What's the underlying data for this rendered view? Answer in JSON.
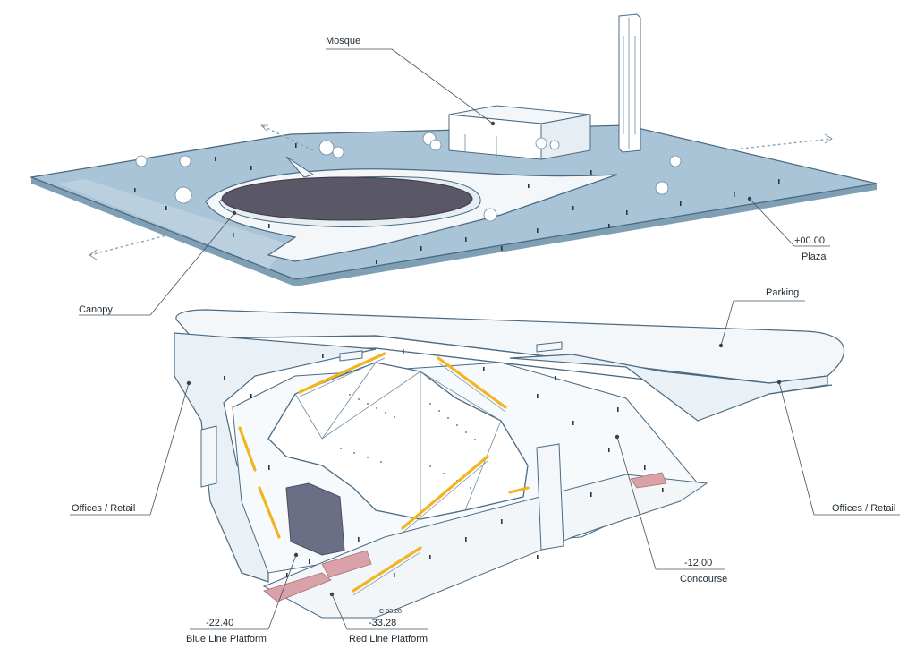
{
  "labels": {
    "mosque": "Mosque",
    "plaza_level": "+00.00",
    "plaza": "Plaza",
    "canopy": "Canopy",
    "parking": "Parking",
    "offices_retail_left": "Offices / Retail",
    "offices_retail_right": "Offices / Retail",
    "concourse_level": "-12.00",
    "concourse": "Concourse",
    "blue_line_level": "-22.40",
    "blue_line": "Blue Line Platform",
    "red_line_level": "-33.28",
    "red_line": "Red Line Platform",
    "red_line_small_tag": "C-33.28"
  },
  "colors": {
    "plaza_fill": "#a9c4d6",
    "plaza_edge": "#4b6a82",
    "canopy_fill": "#f4f7f9",
    "void_fill": "#5a5766",
    "escalator": "#f2b520",
    "blue_platform": "#6b6f86",
    "red_platform": "#d9a1a8",
    "structure_fill": "#eef4f8"
  }
}
